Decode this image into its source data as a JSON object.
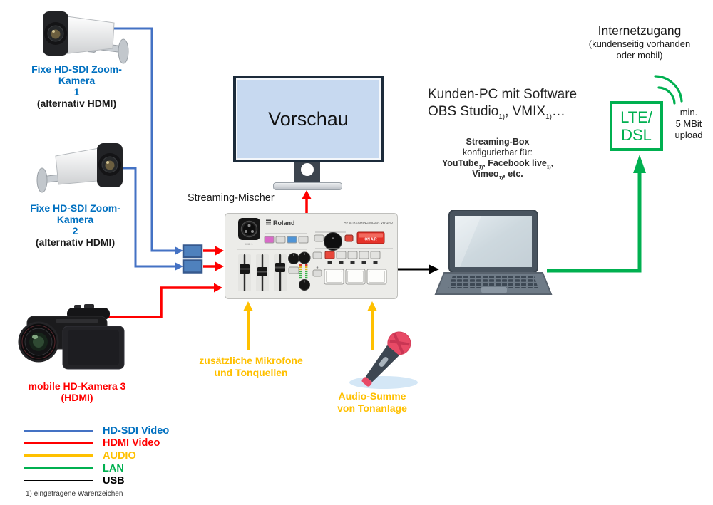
{
  "cameras": {
    "camera1": {
      "name": "Fixe HD-SDI Zoom-Kamera",
      "number": "1",
      "alt": "(alternativ HDMI)"
    },
    "camera2": {
      "name": "Fixe HD-SDI Zoom-Kamera",
      "number": "2",
      "alt": "(alternativ HDMI)"
    },
    "camera3": {
      "name": "mobile HD-Kamera 3",
      "alt": "(HDMI)"
    }
  },
  "monitor": {
    "screen_label": "Vorschau"
  },
  "mixer": {
    "label": "Streaming-Mischer",
    "brand": "Roland",
    "model": "AV STREAMING MIXER VR-1HD",
    "on_air": "ON AIR",
    "mic": "MIC 1"
  },
  "pc": {
    "line1": "Kunden-PC mit Software",
    "software1": "OBS Studio",
    "software1_sub": "1)",
    "separator": ", ",
    "software2": "VMIX",
    "software2_sub": "1)",
    "ellipsis": "…"
  },
  "streaming_box": {
    "title": "Streaming-Box",
    "line2": "konfigurierbar für:",
    "svc1": "YouTube",
    "svc1_sub": "1)",
    "sep1": ", ",
    "svc2": "Facebook live",
    "svc2_sub": "1)",
    "comma": ",",
    "svc3": "Vimeo",
    "svc3_sub": "1)",
    "end": ", etc."
  },
  "internet": {
    "title": "Internetzugang",
    "sub1": "(kundenseitig vorhanden",
    "sub2": "oder mobil)",
    "box_line1": "LTE/",
    "box_line2": "DSL",
    "note1": "min.",
    "note2": "5 MBit",
    "note3": "upload"
  },
  "audio_in": {
    "line1": "zusätzliche Mikrofone",
    "line2": "und Tonquellen"
  },
  "audio_sum": {
    "line1": "Audio-Summe",
    "line2": "von Tonanlage"
  },
  "legend": {
    "items": [
      {
        "label": "HD-SDI Video",
        "color": "#0070c0",
        "line_color": "#4472c4"
      },
      {
        "label": "HDMI Video",
        "color": "#ff0000",
        "line_color": "#ff0000"
      },
      {
        "label": "AUDIO",
        "color": "#ffc000",
        "line_color": "#ffc000"
      },
      {
        "label": "LAN",
        "color": "#00b050",
        "line_color": "#00b050"
      },
      {
        "label": "USB",
        "color": "#000000",
        "line_color": "#000000"
      }
    ]
  },
  "footnote": "1) eingetragene Warenzeichen",
  "colors": {
    "hd_sdi_line": "#4472c4",
    "hdmi_line": "#ff0000",
    "audio_line": "#ffc000",
    "lan_line": "#00b050",
    "usb_line": "#000000",
    "blue_text": "#0070c0",
    "green_accent": "#00b050",
    "converter_box": "#4f81bd",
    "monitor_screen": "#c7d9f0"
  }
}
